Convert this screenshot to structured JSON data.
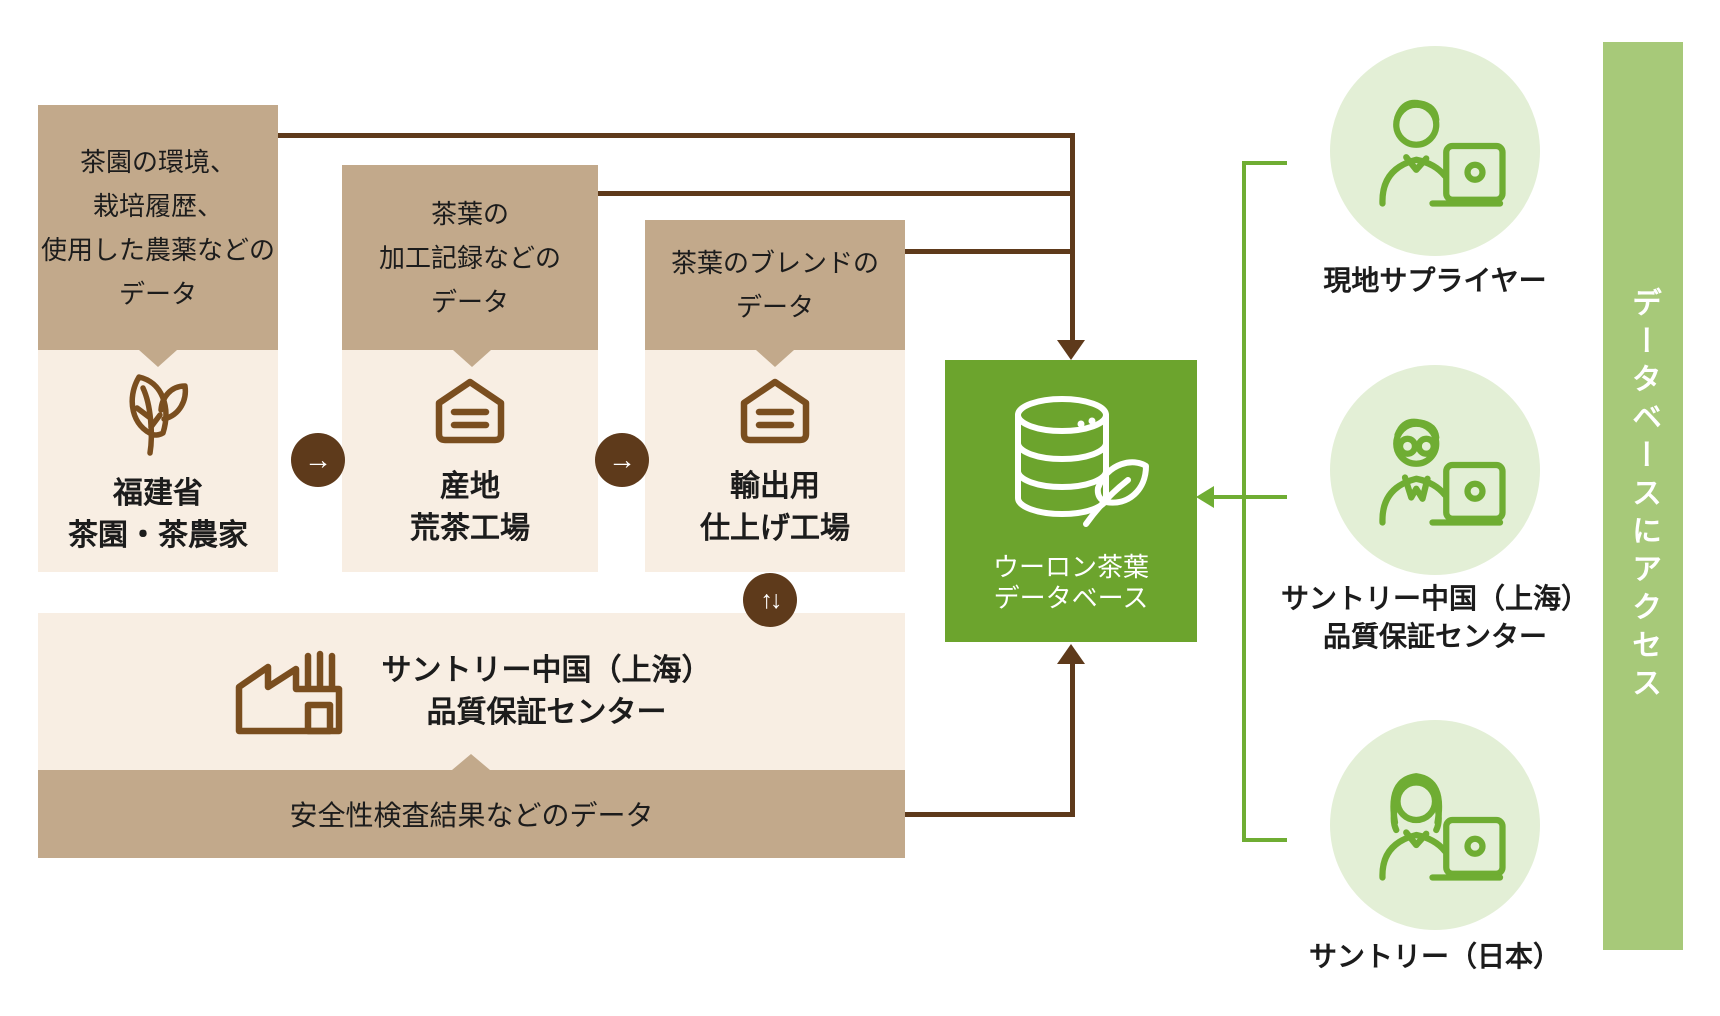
{
  "sources": [
    {
      "data_label": "茶園の環境、\n栽培履歴、\n使用した農薬などの\nデータ",
      "name": "福建省\n茶園・茶農家",
      "icon": "leaf-icon"
    },
    {
      "data_label": "茶葉の\n加工記録などの\nデータ",
      "name": "産地\n荒茶工場",
      "icon": "warehouse-icon"
    },
    {
      "data_label": "茶葉のブレンドの\nデータ",
      "name": "輸出用\n仕上げ工場",
      "icon": "warehouse-icon"
    }
  ],
  "qc_center": {
    "name": "サントリー中国（上海）\n品質保証センター",
    "data_label": "安全性検査結果などのデータ",
    "icon": "factory-icon"
  },
  "database": {
    "name": "ウーロン茶葉\nデータベース",
    "icon": "database-leaf-icon"
  },
  "access_users": [
    {
      "label": "現地サプライヤー",
      "icon": "man-laptop-icon"
    },
    {
      "label": "サントリー中国（上海）\n品質保証センター",
      "icon": "researcher-laptop-icon"
    },
    {
      "label": "サントリー（日本）",
      "icon": "woman-laptop-icon"
    }
  ],
  "side_banner": {
    "label": "データベースにアクセス"
  },
  "glyphs": {
    "right_arrow": "→",
    "up_arrow": "↑",
    "down_arrow": "↓"
  },
  "colors": {
    "tan_box": "#c2a98b",
    "cream_box": "#f8eee3",
    "dark_brown": "#5e3a1b",
    "icon_brown": "#7a4e1f",
    "database_green": "#6ca42d",
    "user_circle_green": "#e3efd6",
    "line_green": "#6fad33",
    "banner_green": "#a7c979"
  }
}
